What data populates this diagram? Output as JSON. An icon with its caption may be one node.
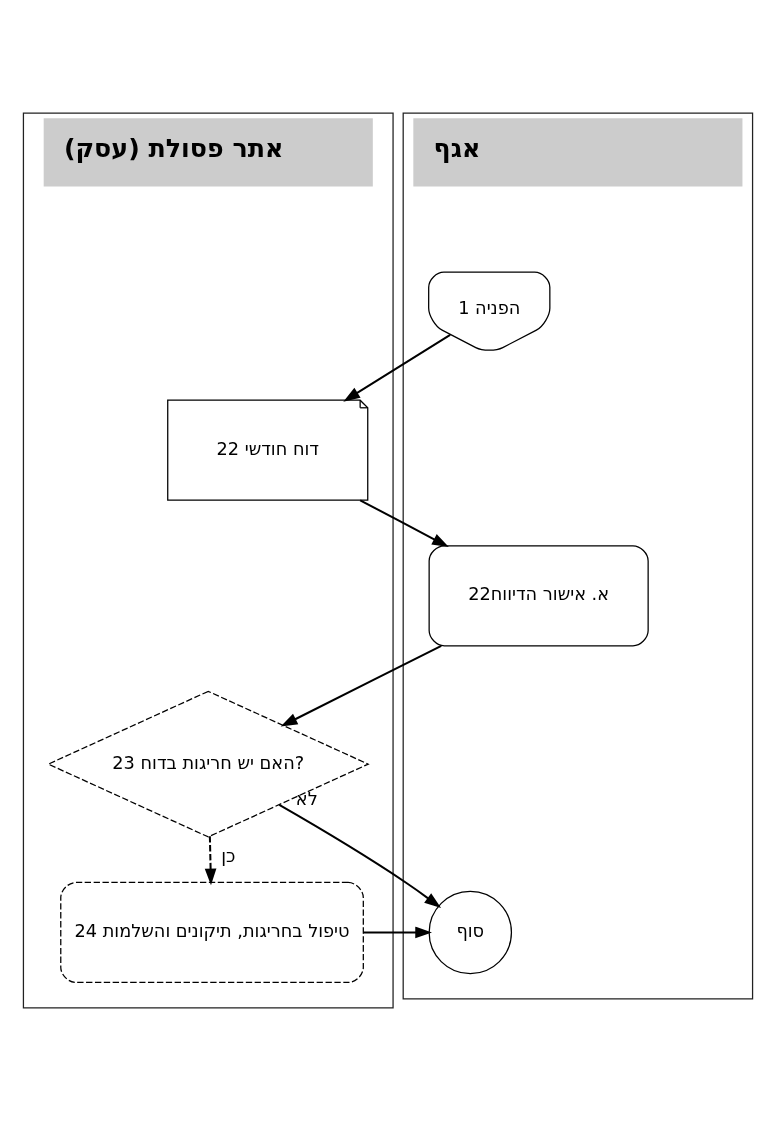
{
  "diagram": {
    "nodes": [
      {
        "text": [
          "אגף"
        ]
      },
      {
        "text": [
          "אתר פסולת (עסק)"
        ]
      },
      {
        "text": [
          "הפניה 1"
        ],
        "in": 0
      },
      {
        "text": [
          "22 דוח חודשי"
        ],
        "in": 1
      },
      {
        "text": [
          "22א. אישור הדיווח"
        ],
        "in": 0
      },
      {
        "text": [
          "23 האם יש חריגות בדוח?"
        ],
        "in": 1
      },
      {
        "text": [
          "24 טיפול בחריגות, תיקונים והשלמות"
        ],
        "in": 1
      },
      {
        "text": [
          "סוף"
        ],
        "in": 0
      }
    ],
    "edges": [
      {
        "from": 2,
        "to": 3,
        "arrow": "to"
      },
      {
        "from": 3,
        "to": 4,
        "arrow": "to"
      },
      {
        "from": 4,
        "to": 5,
        "arrow": "to"
      },
      {
        "from": 5,
        "to": 7,
        "arrow": "to",
        "label": "לא"
      },
      {
        "from": 5,
        "to": 6,
        "arrow": "to",
        "label": "כן",
        "style": "dashed"
      },
      {
        "from": 6,
        "to": 7,
        "arrow": "to"
      }
    ]
  }
}
